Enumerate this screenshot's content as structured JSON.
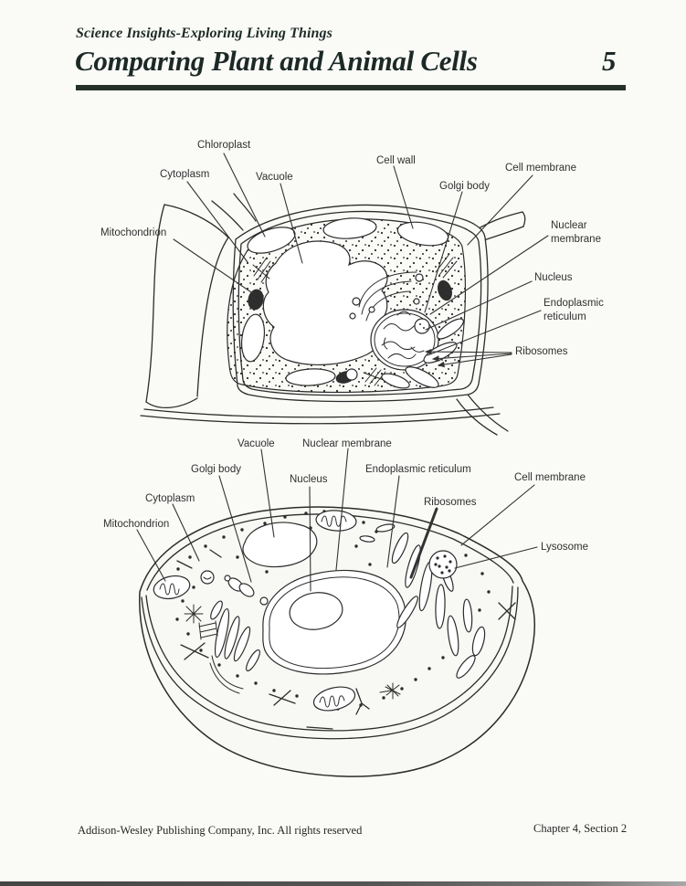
{
  "page": {
    "series_title": "Science Insights-Exploring Living Things",
    "title": "Comparing Plant and Animal Cells",
    "worksheet_number": "5",
    "footer": {
      "publisher": "Addison-Wesley Publishing Company, Inc. All rights reserved",
      "chapter_ref": "Chapter 4, Section 2"
    }
  },
  "colors": {
    "paper": "#fafaf7",
    "ink": "#2c2c2c",
    "header_ink": "#1c2926",
    "scan_bar": "#555555"
  },
  "plant_cell": {
    "figure_name": "plant-cell-cross-section",
    "labels": {
      "chloroplast": "Chloroplast",
      "cytoplasm": "Cytoplasm",
      "vacuole": "Vacuole",
      "cell_wall": "Cell wall",
      "golgi_body": "Golgi body",
      "cell_membrane": "Cell membrane",
      "mitochondrion": "Mitochondrion",
      "nuclear_membrane": "Nuclear membrane",
      "nucleus": "Nucleus",
      "endoplasmic_reticulum": "Endoplasmic reticulum",
      "ribosomes": "Ribosomes"
    }
  },
  "animal_cell": {
    "figure_name": "animal-cell-cutaway",
    "labels": {
      "vacuole": "Vacuole",
      "nuclear_membrane": "Nuclear membrane",
      "golgi_body": "Golgi body",
      "nucleus": "Nucleus",
      "endoplasmic_reticulum": "Endoplasmic reticulum",
      "cell_membrane": "Cell membrane",
      "cytoplasm": "Cytoplasm",
      "ribosomes": "Ribosomes",
      "mitochondrion": "Mitochondrion",
      "lysosome": "Lysosome"
    }
  }
}
